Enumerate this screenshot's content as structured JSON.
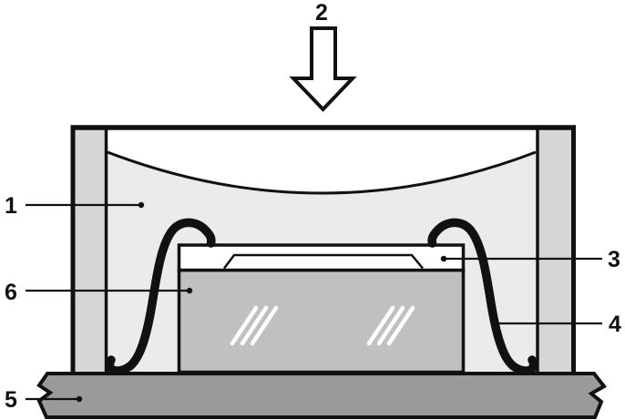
{
  "figure": {
    "kind": "cross-section assembly diagram",
    "labels": {
      "l1": "1",
      "l2": "2",
      "l3": "3",
      "l4": "4",
      "l5": "5",
      "l6": "6"
    }
  },
  "colors": {
    "outline": "#111111",
    "compound": "#ebebeb",
    "wall": "#d6d6d6",
    "die_body": "#c0c0c0",
    "substrate": "#9a9a9a",
    "hatch": "#ffffff",
    "arrow_fill": "#ffffff",
    "white": "#ffffff"
  }
}
